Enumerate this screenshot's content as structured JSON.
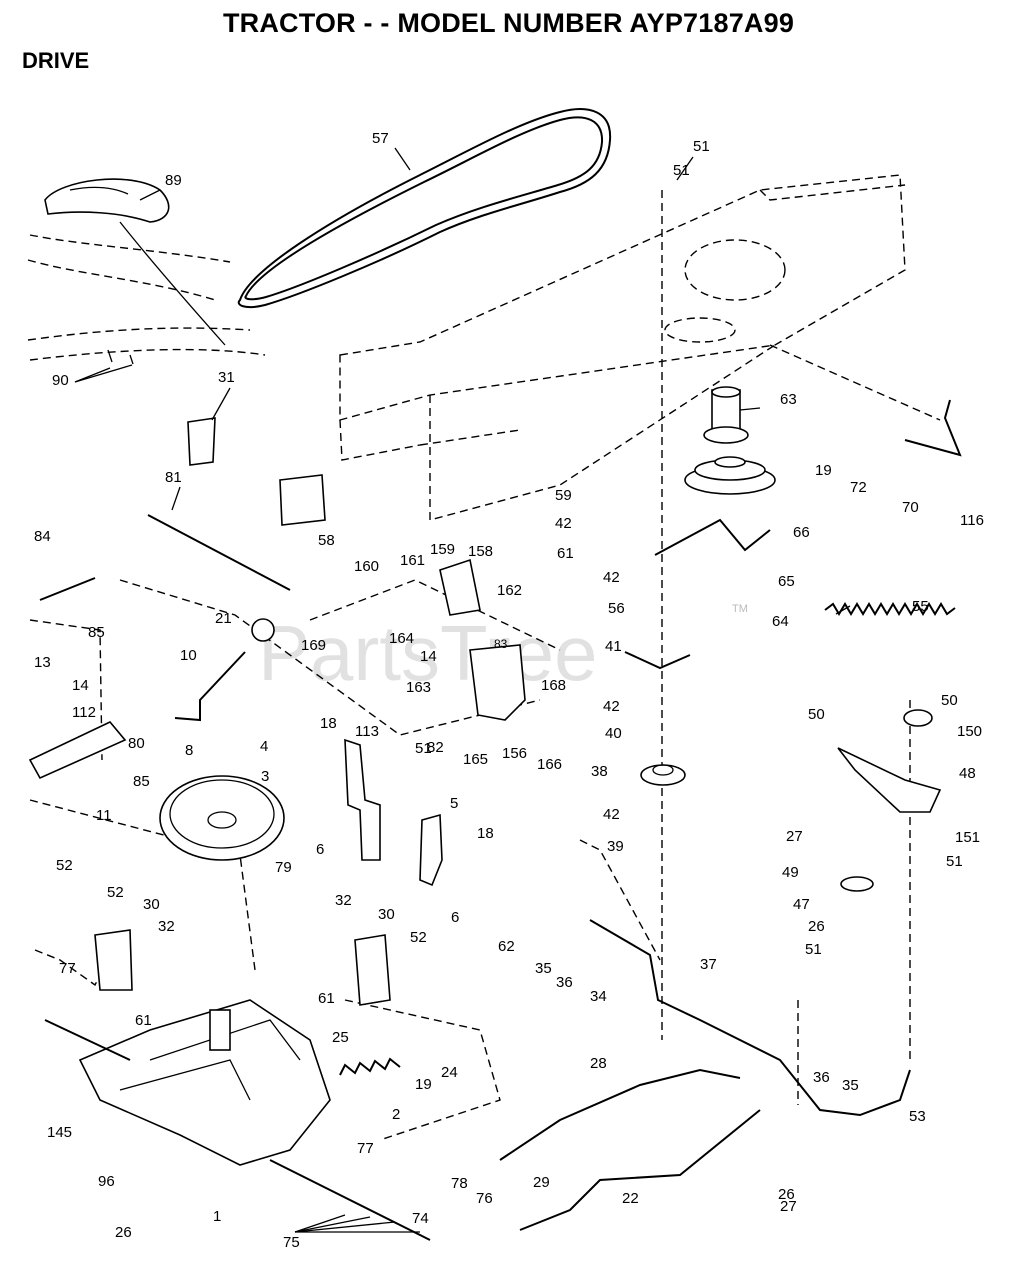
{
  "header": {
    "title": "TRACTOR - - MODEL NUMBER AYP7187A99",
    "section": "DRIVE"
  },
  "watermark": {
    "text": "PartsTree",
    "trademark": "TM"
  },
  "callouts": [
    "57",
    "51",
    "51",
    "89",
    "90",
    "31",
    "81",
    "58",
    "59",
    "42",
    "61",
    "63",
    "19",
    "72",
    "70",
    "116",
    "66",
    "84",
    "85",
    "160",
    "161",
    "159",
    "158",
    "162",
    "164",
    "14",
    "83",
    "163",
    "169",
    "21",
    "10",
    "8",
    "13",
    "14",
    "112",
    "80",
    "85",
    "11",
    "4",
    "3",
    "79",
    "18",
    "113",
    "51",
    "6",
    "5",
    "18",
    "6",
    "168",
    "82",
    "165",
    "156",
    "166",
    "42",
    "56",
    "41",
    "42",
    "40",
    "38",
    "42",
    "39",
    "65",
    "64",
    "55",
    "50",
    "50",
    "150",
    "48",
    "27",
    "151",
    "51",
    "49",
    "47",
    "26",
    "51",
    "52",
    "52",
    "30",
    "32",
    "77",
    "61",
    "32",
    "30",
    "52",
    "61",
    "62",
    "35",
    "36",
    "34",
    "37",
    "25",
    "19",
    "24",
    "2",
    "145",
    "77",
    "28",
    "29",
    "22",
    "36",
    "35",
    "53",
    "26",
    "27",
    "96",
    "1",
    "74",
    "78",
    "76",
    "26",
    "75"
  ]
}
